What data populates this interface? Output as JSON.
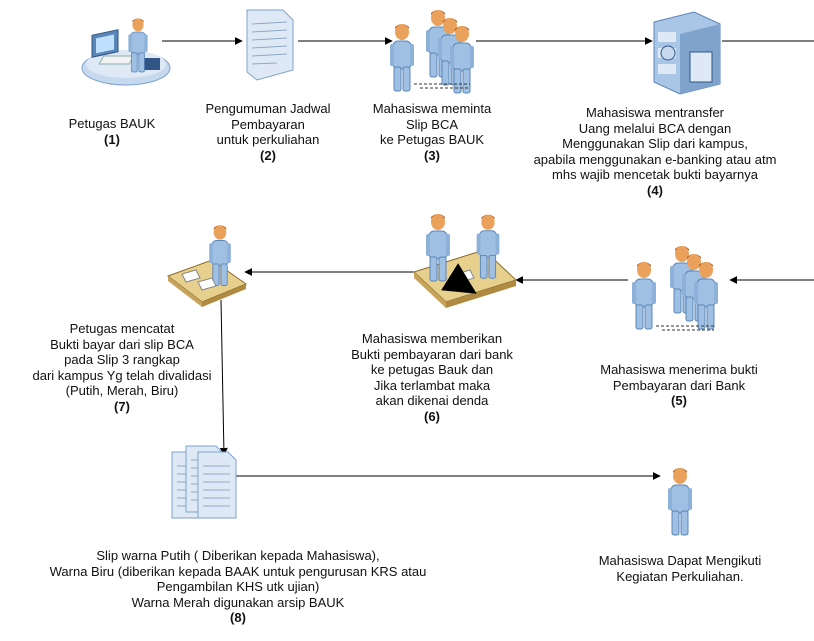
{
  "nodes": [
    {
      "id": "1",
      "lines": [
        "Petugas BAUK"
      ],
      "step": "(1)"
    },
    {
      "id": "2",
      "lines": [
        "Pengumuman Jadwal",
        "Pembayaran",
        "untuk perkuliahan"
      ],
      "step": "(2)"
    },
    {
      "id": "3",
      "lines": [
        "Mahasiswa meminta",
        "Slip BCA",
        "ke Petugas BAUK"
      ],
      "step": "(3)"
    },
    {
      "id": "4",
      "lines": [
        "Mahasiswa mentransfer",
        "Uang melalui BCA dengan",
        "Menggunakan Slip dari kampus,",
        "apabila menggunakan e-banking atau atm",
        "mhs wajib mencetak bukti bayarnya"
      ],
      "step": "(4)"
    },
    {
      "id": "5",
      "lines": [
        "Mahasiswa menerima bukti",
        "Pembayaran dari Bank"
      ],
      "step": "(5)"
    },
    {
      "id": "6",
      "lines": [
        "Mahasiswa memberikan",
        "Bukti pembayaran dari bank",
        "ke petugas Bauk dan",
        "Jika terlambat maka",
        "akan dikenai denda"
      ],
      "step": "(6)"
    },
    {
      "id": "7",
      "lines": [
        "Petugas mencatat",
        "Bukti bayar dari slip BCA",
        "pada Slip 3 rangkap",
        "dari kampus Yg telah divalidasi",
        "(Putih, Merah, Biru)"
      ],
      "step": "(7)"
    },
    {
      "id": "8",
      "lines": [
        "Slip warna Putih ( Diberikan kepada Mahasiswa),",
        "Warna Biru (diberikan kepada BAAK untuk pengurusan KRS atau",
        "Pengambilan KHS utk ujian)",
        "Warna Merah digunakan arsip BAUK"
      ],
      "step": "(8)"
    },
    {
      "id": "9",
      "lines": [
        "Mahasiswa Dapat Mengikuti",
        "Kegiatan Perkuliahan."
      ],
      "step": ""
    }
  ],
  "icons": {
    "1": "office-worker-icon",
    "2": "document-icon",
    "3": "student-group-icon",
    "4": "bank-building-icon",
    "5": "student-group-icon",
    "6": "meeting-table-icon",
    "7": "worker-desk-icon",
    "8": "document-stack-icon",
    "9": "student-icon"
  },
  "flow": [
    [
      "1",
      "2"
    ],
    [
      "2",
      "3"
    ],
    [
      "3",
      "4"
    ],
    [
      "4",
      "5"
    ],
    [
      "5",
      "6"
    ],
    [
      "6",
      "7"
    ],
    [
      "7",
      "8"
    ],
    [
      "8",
      "9"
    ]
  ],
  "colors": {
    "figure": "#9fc0e2",
    "figure_dark": "#5b86b8",
    "skin": "#e9a15b",
    "hair": "#b35a16",
    "desk": "#c8a35a",
    "desk_top": "#e7cf8e",
    "paper": "#dfe9f5",
    "building": "#a9c6e6",
    "arrow": "#000000"
  }
}
